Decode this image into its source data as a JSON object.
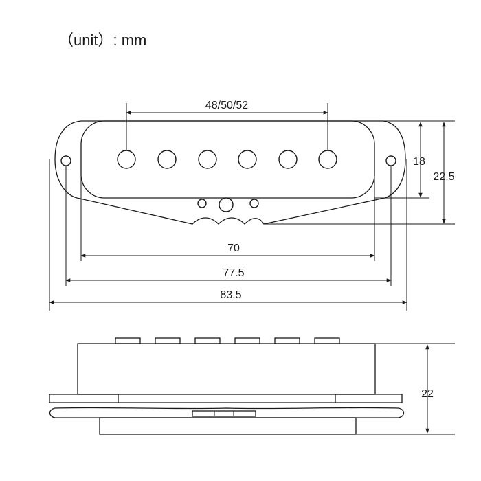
{
  "unit_label": "（unit）: mm",
  "dimensions": {
    "pole_spacing": "48/50/52",
    "cover_height": "18",
    "overall_width": "22.5",
    "cover_length": "70",
    "mount_hole_spacing": "77.5",
    "overall_length": "83.5",
    "side_height": "22"
  }
}
